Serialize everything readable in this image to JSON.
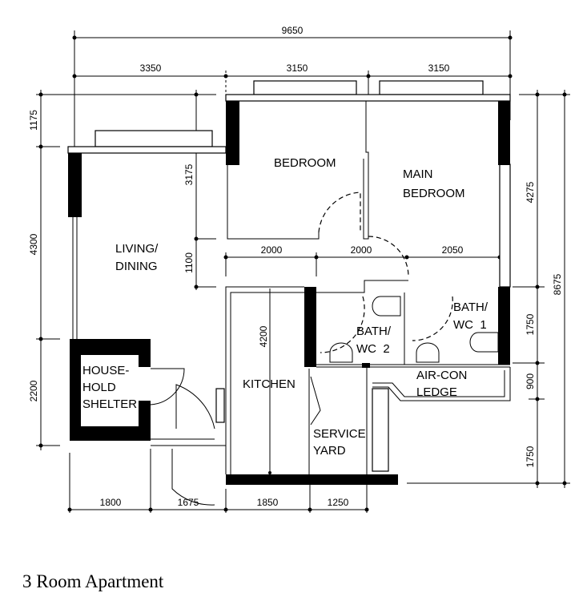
{
  "title": "3 Room Apartment",
  "rooms": {
    "bedroom": "BEDROOM",
    "main_bedroom": [
      "MAIN",
      "BEDROOM"
    ],
    "living": [
      "LIVING/",
      "DINING"
    ],
    "shelter": [
      "HOUSE-",
      "HOLD",
      "SHELTER"
    ],
    "kitchen": "KITCHEN",
    "bath2": [
      "BATH/",
      "WC  2"
    ],
    "bath1": [
      "BATH/",
      "WC  1"
    ],
    "aircon": [
      "AIR-CON",
      "LEDGE"
    ],
    "service": [
      "SERVICE",
      "YARD"
    ]
  },
  "dimensions": {
    "overall_width": "9650",
    "top": [
      "3350",
      "3150",
      "3150"
    ],
    "middle": [
      "2000",
      "2000",
      "2050"
    ],
    "bottom": [
      "1800",
      "1675",
      "1850",
      "1250"
    ],
    "left_outer": [
      "1175",
      "4300",
      "2200"
    ],
    "left_inner": [
      "3175",
      "1100"
    ],
    "kitchen": "4200",
    "right_inner": [
      "4275",
      "1750",
      "900",
      "1750"
    ],
    "right_outer": "8675"
  }
}
